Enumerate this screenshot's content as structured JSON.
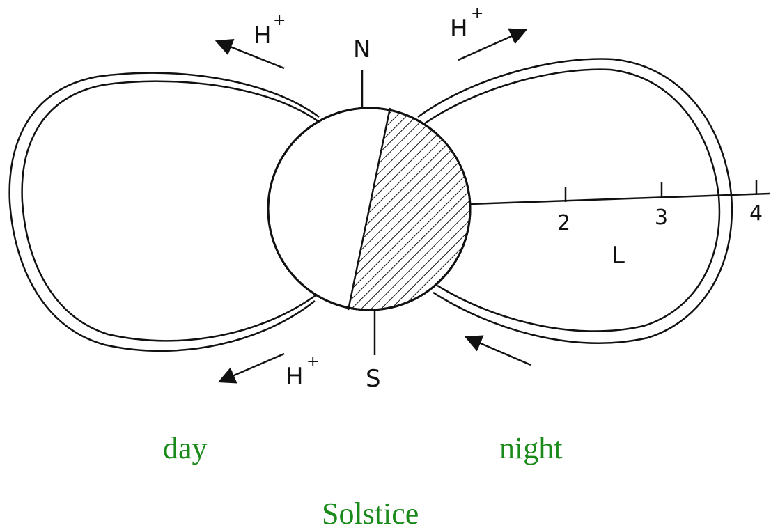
{
  "labels": {
    "north": "N",
    "south": "S",
    "axis": "L",
    "ion_top_left": "H",
    "ion_top_right": "H",
    "ion_bottom_left": "H",
    "ion_sup": "+"
  },
  "scale_ticks": [
    "2",
    "3",
    "4"
  ],
  "captions": {
    "day": "day",
    "night": "night",
    "title": "Solstice"
  },
  "colors": {
    "caption": "#1a8a1a",
    "ink": "#111111"
  }
}
